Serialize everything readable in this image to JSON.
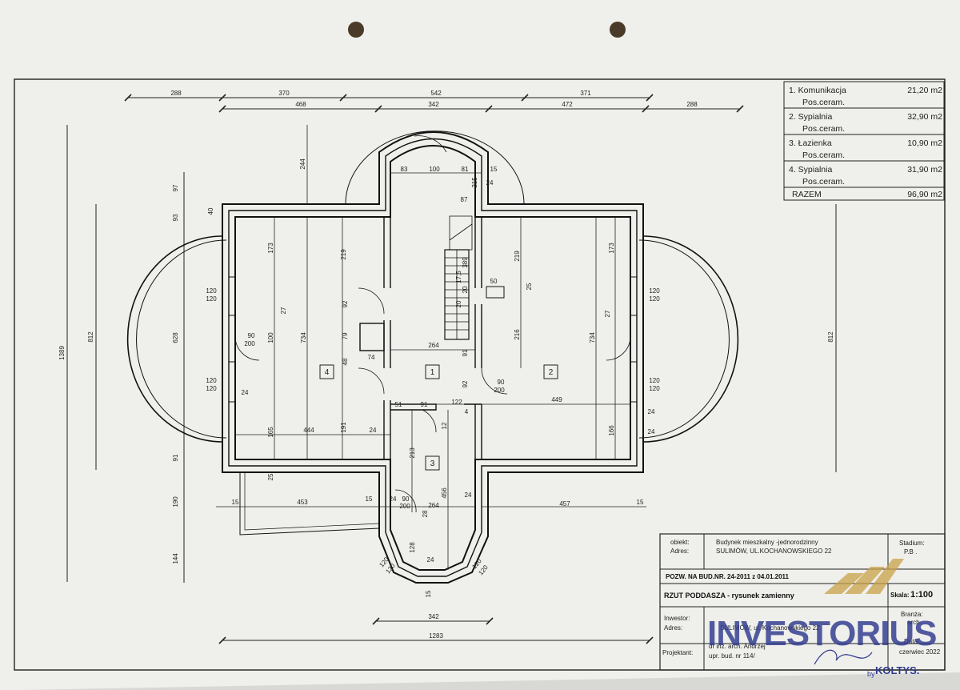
{
  "legend": {
    "rows": [
      {
        "name": "1. Komunikacja",
        "area": "21,20 m2",
        "finish": "Pos.ceram."
      },
      {
        "name": "2. Sypialnia",
        "area": "32,90 m2",
        "finish": "Pos.ceram."
      },
      {
        "name": "3. Łazienka",
        "area": "10,90 m2",
        "finish": "Pos.ceram."
      },
      {
        "name": "4. Sypialnia",
        "area": "31,90 m2",
        "finish": "Pos.ceram."
      }
    ],
    "total_label": "RAZEM",
    "total_value": "96,90 m2"
  },
  "rooms": [
    "1",
    "2",
    "3",
    "4"
  ],
  "dimensions": {
    "top_row1": [
      "288",
      "370",
      "542",
      "371"
    ],
    "top_row2": [
      "468",
      "342",
      "472",
      "288"
    ],
    "left_total": "1389",
    "left_812": "812",
    "right_812": "812",
    "left_chain": [
      "97",
      "93",
      "628",
      "91",
      "190",
      "144"
    ],
    "bottom_342": "342",
    "bottom_1283": "1283",
    "inner": [
      "244",
      "83",
      "100",
      "81",
      "15",
      "215",
      "24",
      "87",
      "40",
      "173",
      "219",
      "389",
      "17,5",
      "20",
      "20",
      "50",
      "25",
      "120",
      "120",
      "120",
      "120",
      "27",
      "27",
      "90",
      "200",
      "100",
      "734",
      "79",
      "92",
      "48",
      "74",
      "264",
      "91",
      "92",
      "216",
      "90",
      "200",
      "219",
      "173",
      "734",
      "120",
      "120",
      "120",
      "120",
      "24",
      "449",
      "51",
      "91",
      "122",
      "4",
      "24",
      "165",
      "444",
      "191",
      "24",
      "213",
      "456",
      "12",
      "166",
      "24",
      "25",
      "15",
      "453",
      "15",
      "24",
      "90",
      "200",
      "264",
      "24",
      "457",
      "15",
      "28",
      "128",
      "24",
      "120",
      "120",
      "120",
      "120",
      "15"
    ]
  },
  "title_block": {
    "obiekt_label": "obiekt:",
    "obiekt_value": "Budynek mieszkalny -jednorodzinny",
    "adres_label": "Adres:",
    "adres_value": "SULIMÓW, UL.KOCHANOWSKIEGO 22",
    "stadium_label": "Stadium:",
    "stadium_value": "P.B .",
    "permit": "POZW. NA BUD.NR. 24-2011 z 04.01.2011",
    "drawing_title": "RZUT PODDASZA - rysunek zamienny",
    "skala_label": "Skala:",
    "skala_value": "1:100",
    "inwestor_label": "Inwestor:",
    "adres2_label": "Adres:",
    "inwestor_value": "SULIMÓW, ul. Kochanowskiego 22",
    "branza_label": "Branża:",
    "branza_value": "arch.",
    "data_label": "Data:",
    "data_value": "czerwiec 2022",
    "projektant_label": "Projektant:",
    "projektant_line1": "dr inż. arch. Andrzej",
    "projektant_line2": "upr. bud. nr 114/",
    "watermark": "INVESTORIUS",
    "watermark_sub": "by",
    "watermark_brand": "KOLTYS."
  },
  "colors": {
    "paper": "#f1f1ee",
    "ink": "#1a1a1a",
    "logo": "#2f3a8f",
    "accent": "#c9a24a"
  }
}
